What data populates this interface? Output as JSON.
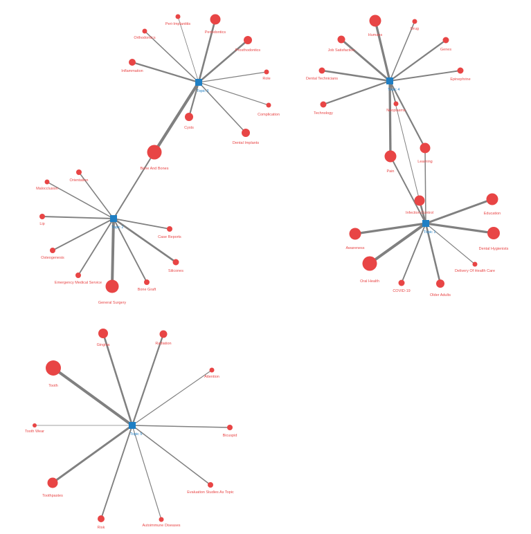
{
  "colors": {
    "term": "#e84545",
    "hub": "#1f7fc4",
    "edge": "#808080",
    "label": "#e84545",
    "hub_label": "#1f7fc4"
  },
  "clusters": [
    {
      "hub_label": "Topic 3",
      "terms": [
        {
          "label": "Peri-Implantitis",
          "weight": 0.1
        },
        {
          "label": "Periodontics",
          "weight": 0.6
        },
        {
          "label": "Orthodontics",
          "weight": 0.3
        },
        {
          "label": "Prosthodontics",
          "weight": 0.6
        },
        {
          "label": "Inflammation",
          "weight": 0.5
        },
        {
          "label": "Role",
          "weight": 0.2
        },
        {
          "label": "Complication",
          "weight": 0.2
        },
        {
          "label": "Dental Implants",
          "weight": 0.3
        },
        {
          "label": "Cysts",
          "weight": 0.5
        },
        {
          "label": "Bone And Bones",
          "weight": 1.0
        }
      ]
    },
    {
      "hub_label": "Topic 4",
      "terms": [
        {
          "label": "Humans",
          "weight": 0.8
        },
        {
          "label": "Drug",
          "weight": 0.3
        },
        {
          "label": "Job Satisfaction",
          "weight": 0.7
        },
        {
          "label": "Genes",
          "weight": 0.5
        },
        {
          "label": "Epinephrine",
          "weight": 0.4
        },
        {
          "label": "Dental Technicians",
          "weight": 0.6
        },
        {
          "label": "Technology",
          "weight": 0.5
        },
        {
          "label": "Neoplasms",
          "weight": 0.3
        },
        {
          "label": "Pain",
          "weight": 0.8
        },
        {
          "label": "Learning",
          "weight": 0.5
        }
      ]
    },
    {
      "hub_label": "Topic 2",
      "terms": [
        {
          "label": "Orientation",
          "weight": 0.3
        },
        {
          "label": "Malocclusion",
          "weight": 0.3
        },
        {
          "label": "Lip",
          "weight": 0.4
        },
        {
          "label": "Osteogenesis",
          "weight": 0.4
        },
        {
          "label": "Emergency Medical Service",
          "weight": 0.4
        },
        {
          "label": "General Surgery",
          "weight": 1.0
        },
        {
          "label": "Bone Graft",
          "weight": 0.4
        },
        {
          "label": "Silicones",
          "weight": 0.6
        },
        {
          "label": "Case Reports",
          "weight": 0.4
        }
      ]
    },
    {
      "hub_label": "Topic 1",
      "terms": [
        {
          "label": "Infection Control",
          "weight": 0.6
        },
        {
          "label": "Education",
          "weight": 0.7
        },
        {
          "label": "Dental Hygienists",
          "weight": 0.8
        },
        {
          "label": "Awareness",
          "weight": 0.8
        },
        {
          "label": "Oral Health",
          "weight": 1.0
        },
        {
          "label": "COVID-19",
          "weight": 0.4
        },
        {
          "label": "Older Adults",
          "weight": 0.6
        },
        {
          "label": "Delivery Of Health Care",
          "weight": 0.2
        }
      ]
    },
    {
      "hub_label": "Topic 5",
      "terms": [
        {
          "label": "Gingiva",
          "weight": 0.6
        },
        {
          "label": "Radiation",
          "weight": 0.5
        },
        {
          "label": "Attention",
          "weight": 0.2
        },
        {
          "label": "Tooth",
          "weight": 1.0
        },
        {
          "label": "Tooth Wear",
          "weight": 0.1
        },
        {
          "label": "Bicuspid",
          "weight": 0.3
        },
        {
          "label": "Toothpastes",
          "weight": 0.7
        },
        {
          "label": "Evaluation Studies As Topic",
          "weight": 0.3
        },
        {
          "label": "Risk",
          "weight": 0.4
        },
        {
          "label": "Autoimmune Diseases",
          "weight": 0.2
        }
      ]
    }
  ]
}
